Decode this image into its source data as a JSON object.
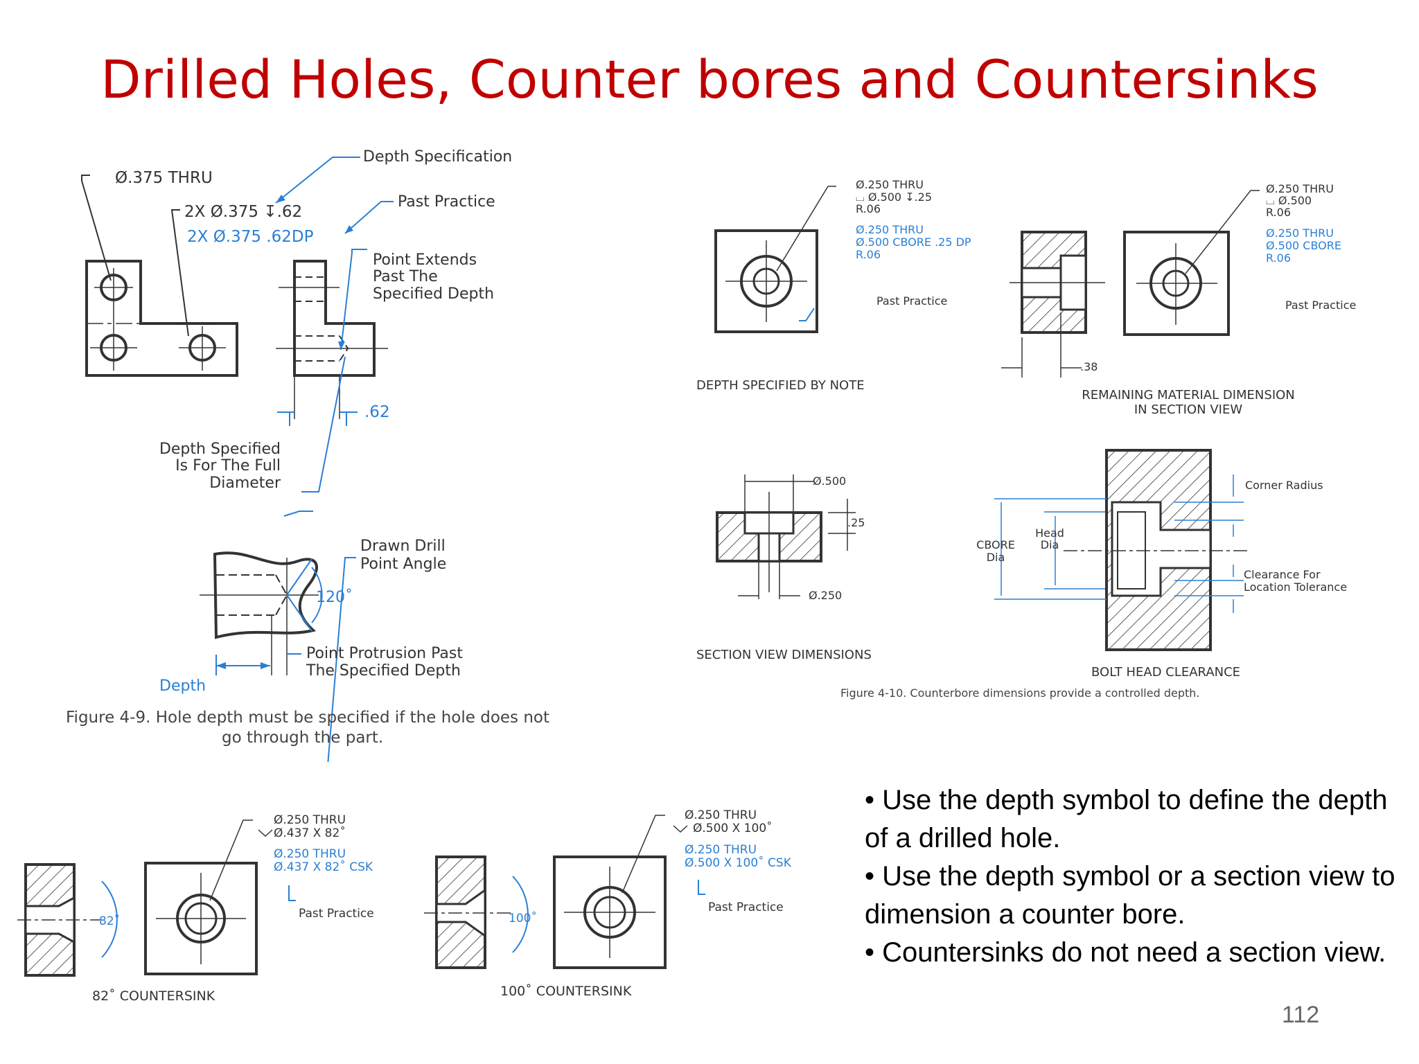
{
  "slide": {
    "title": "Drilled Holes, Counter bores and Countersinks",
    "page_number": "112",
    "title_color": "#c00000",
    "annotation_color": "#2a7fd4"
  },
  "fig49": {
    "thru_note": "Ø.375  THRU",
    "depth_spec": "Depth  Specification",
    "note_2x": "2X  Ø.375  ↧.62",
    "past_practice": "Past  Practice",
    "note_2x_old": "2X  Ø.375  .62DP",
    "point_extends": [
      "Point  Extends",
      "Past  The",
      "Specified  Depth"
    ],
    "dim_62": ".62",
    "depth_full": [
      "Depth  Specified",
      "Is  For  The  Full",
      "Diameter"
    ],
    "drawn_drill": [
      "Drawn  Drill",
      "Point  Angle"
    ],
    "angle": "120˚",
    "protrusion": [
      "Point  Protrusion  Past",
      "The  Specified  Depth"
    ],
    "depth_label": "Depth",
    "caption": [
      "Figure 4-9. Hole depth must be specified if the hole does not",
      "go through the part."
    ]
  },
  "fig410": {
    "dsn_note": [
      "Ø.250  THRU",
      "⌴ Ø.500  ↧.25",
      "R.06"
    ],
    "dsn_old": [
      "Ø.250  THRU",
      "Ø.500  CBORE  .25  DP",
      "R.06"
    ],
    "past_practice": "Past  Practice",
    "dsn_caption": "DEPTH  SPECIFIED  BY  NOTE",
    "rem_note": [
      "Ø.250  THRU",
      "⌴ Ø.500",
      "R.06"
    ],
    "rem_old": [
      "Ø.250  THRU",
      "Ø.500  CBORE",
      "R.06"
    ],
    "dim_38": ".38",
    "rem_caption": [
      "REMAINING  MATERIAL  DIMENSION",
      "IN  SECTION  VIEW"
    ],
    "svd_500": "Ø.500",
    "svd_25": ".25",
    "svd_250": "Ø.250",
    "svd_caption": "SECTION  VIEW  DIMENSIONS",
    "corner_radius": "Corner  Radius",
    "cbore_dia": [
      "CBORE",
      "Dia"
    ],
    "head_dia": [
      "Head",
      "Dia"
    ],
    "clearance": [
      "Clearance  For",
      "Location  Tolerance"
    ],
    "bolt_caption": "BOLT  HEAD  CLEARANCE",
    "caption": "Figure 4-10. Counterbore dimensions provide a controlled depth."
  },
  "csk82": {
    "note": [
      "Ø.250  THRU",
      "Ø.437  X  82˚"
    ],
    "old": [
      "Ø.250  THRU",
      "Ø.437  X  82˚  CSK"
    ],
    "past_practice": "Past  Practice",
    "angle": "82˚",
    "caption": "82˚  COUNTERSINK"
  },
  "csk100": {
    "note": [
      "Ø.250  THRU",
      "Ø.500  X  100˚"
    ],
    "old": [
      "Ø.250  THRU",
      "Ø.500  X  100˚  CSK"
    ],
    "past_practice": "Past  Practice",
    "angle": "100˚",
    "caption": "100˚  COUNTERSINK"
  },
  "bullets": [
    "•  Use the depth symbol to define the depth of a drilled hole.",
    "•  Use the depth symbol or a section view to dimension a counter bore.",
    "• Countersinks do not need a section view."
  ]
}
